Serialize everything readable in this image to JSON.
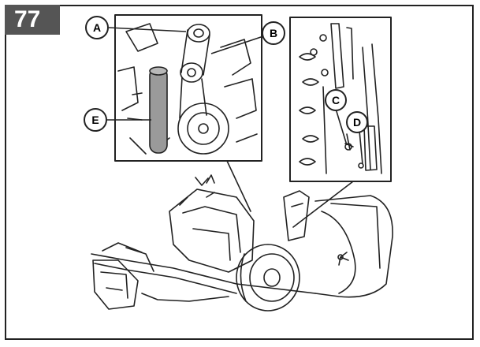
{
  "figure": {
    "number": "77",
    "callouts": {
      "a": "A",
      "b": "B",
      "c": "C",
      "d": "D",
      "e": "E"
    },
    "colors": {
      "badge": "#555555",
      "line": "#222222",
      "highlight": "#9a9a9a"
    }
  }
}
